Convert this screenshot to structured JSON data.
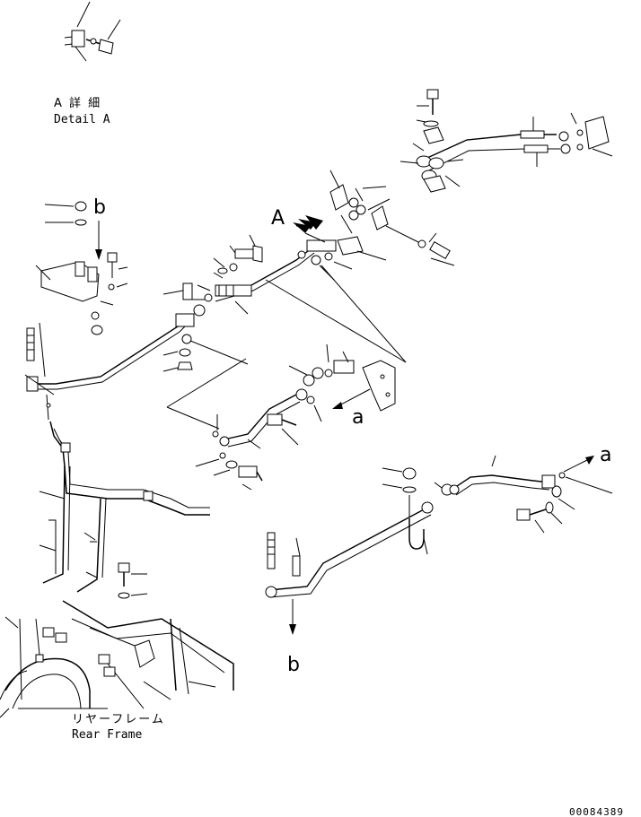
{
  "labels": {
    "detail_jp": "A 詳 細",
    "detail_en": "Detail A",
    "marker_A": "A",
    "marker_b_top": "b",
    "marker_b_bottom": "b",
    "marker_a_mid": "a",
    "marker_a_right": "a",
    "frame_jp": "リヤーフレーム",
    "frame_en": "Rear Frame",
    "drawing_number": "00084389"
  }
}
